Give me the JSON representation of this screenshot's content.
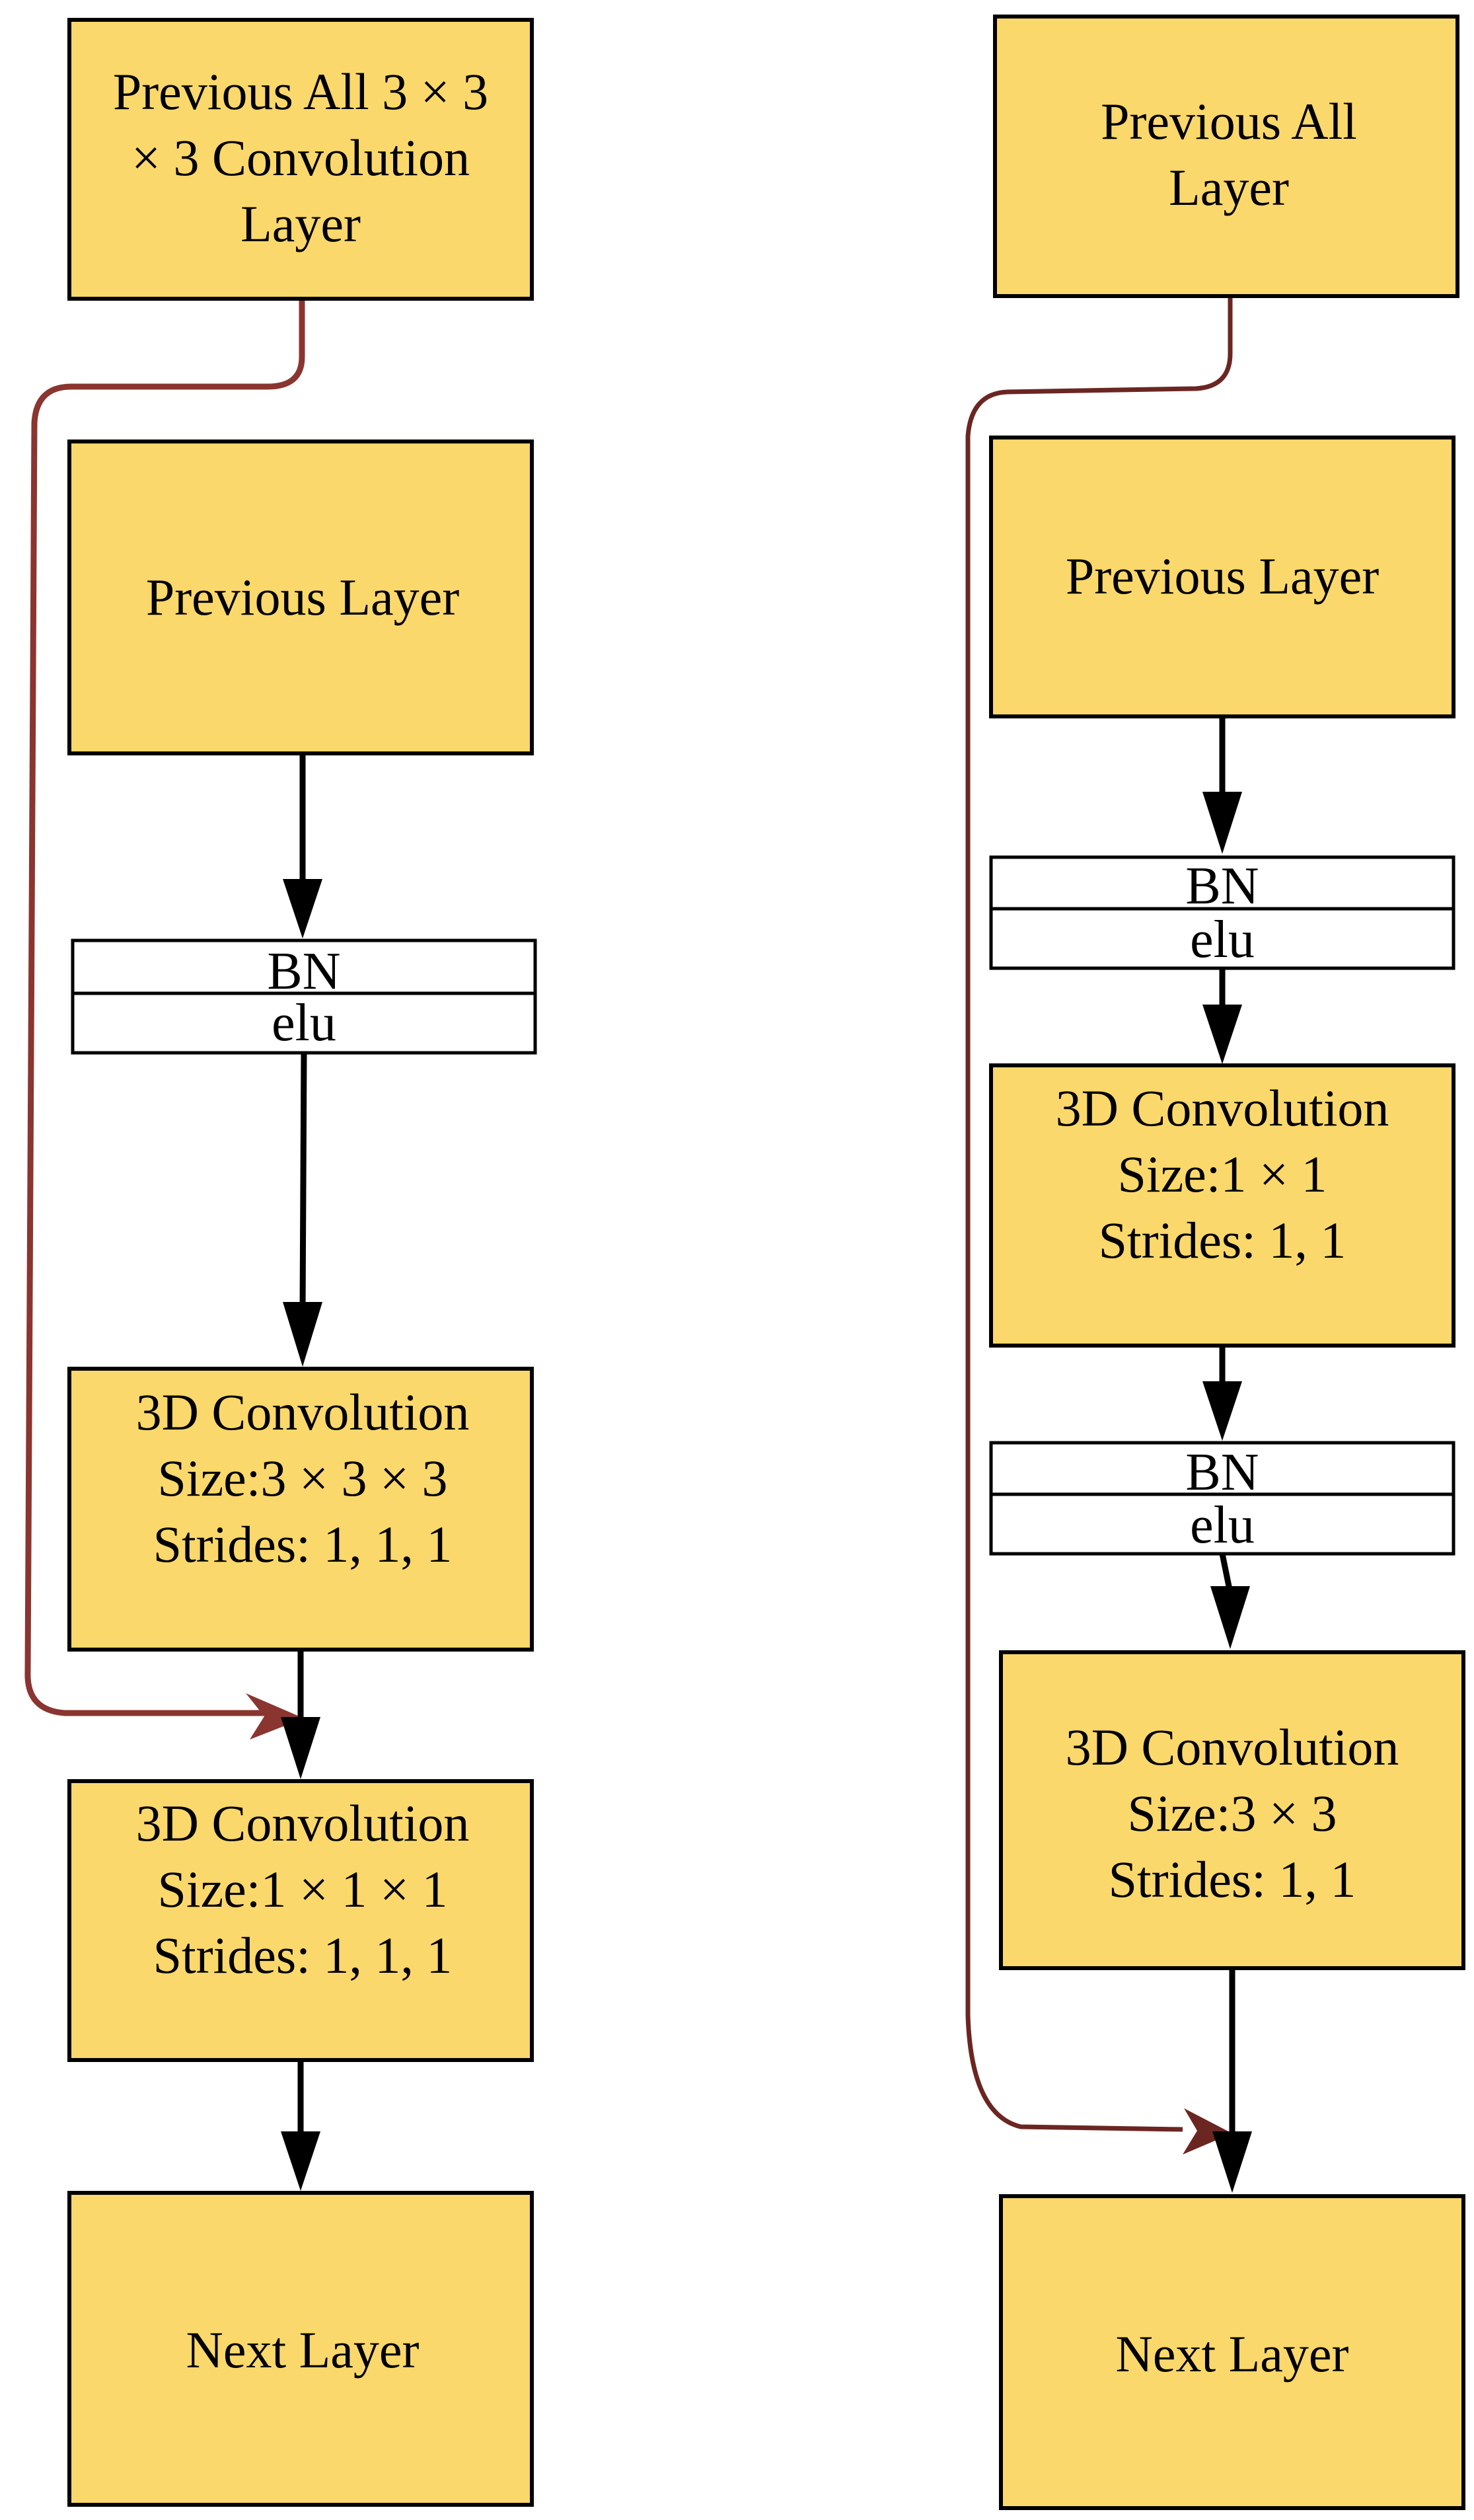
{
  "left_column": {
    "input_box": [
      "Previous All 3 × 3",
      "× 3 Convolution",
      "Layer"
    ],
    "previous_layer": "Previous  Layer",
    "bn1": {
      "top": "BN",
      "bottom": "elu"
    },
    "conv_a": [
      "3D Convolution",
      "Size:3 × 3 × 3",
      "Strides: 1, 1, 1"
    ],
    "conv_b": [
      "3D Convolution",
      "Size:1 × 1 × 1",
      "Strides: 1, 1, 1"
    ],
    "next_layer": "Next  Layer"
  },
  "right_column": {
    "input_box": [
      "Previous All",
      "Layer"
    ],
    "previous_layer": "Previous  Layer",
    "bn1": {
      "top": "BN",
      "bottom": "elu"
    },
    "conv_a": [
      "3D Convolution",
      "Size:1 × 1",
      "Strides: 1, 1"
    ],
    "bn2": {
      "top": "BN",
      "bottom": "elu"
    },
    "conv_b": [
      "3D Convolution",
      "Size:3 × 3",
      "Strides: 1, 1"
    ],
    "next_layer": "Next  Layer"
  },
  "colors": {
    "box_fill": "#fbd86b",
    "skip_connection_left": "#8a3530",
    "skip_connection_right": "#6b2622"
  }
}
